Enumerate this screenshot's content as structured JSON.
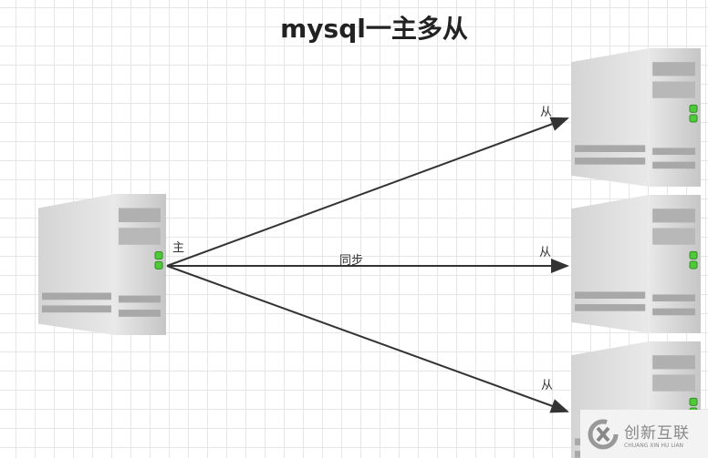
{
  "title": "mysql一主多从",
  "labels": {
    "master": "主",
    "sync": "同步",
    "slave1": "从",
    "slave2": "从",
    "slave3": "从"
  },
  "watermark": {
    "name": "创新互联",
    "pinyin": "CHUANG XIN HU LIAN"
  },
  "colors": {
    "arrow": "#333333",
    "led": "#4fc93a"
  }
}
